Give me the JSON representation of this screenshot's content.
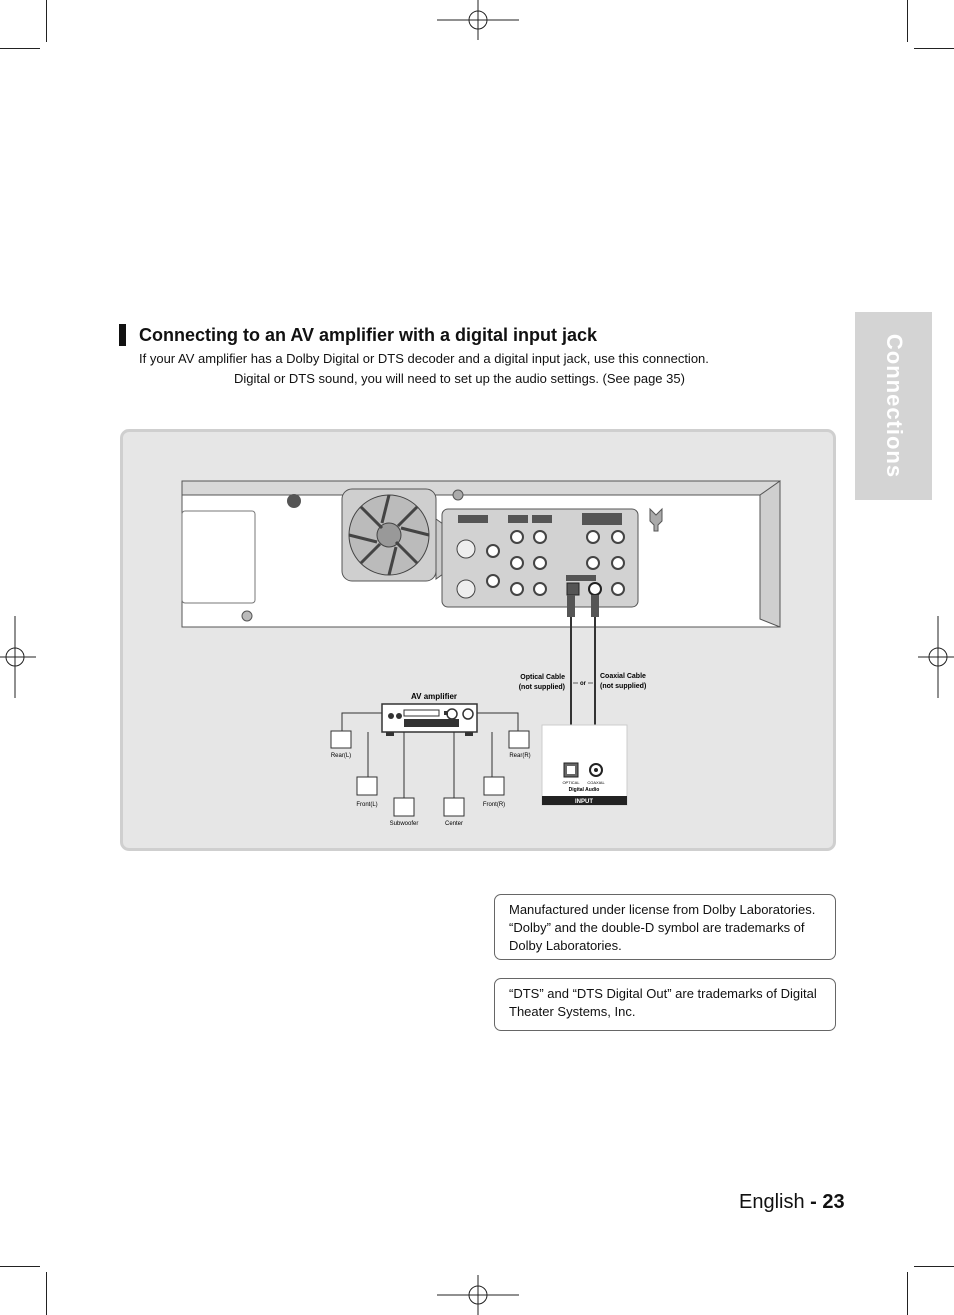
{
  "side_tab": {
    "label": "Connections"
  },
  "section": {
    "title": "Connecting to an AV amplifier with a digital input jack",
    "intro_line1": "If your AV amplifier has a Dolby Digital or DTS decoder and a digital input jack, use this connection.",
    "intro_line2": "Digital or DTS sound, you will need to set up the audio settings. (See page 35)"
  },
  "diagram": {
    "optical_cable": "Optical Cable",
    "optical_note": "(not supplied)",
    "or_label": "or",
    "coaxial_cable": "Coaxial Cable",
    "coaxial_note": "(not supplied)",
    "amplifier_label": "AV amplifier",
    "speakers": {
      "rear_left": "Rear(L)",
      "rear_right": "Rear(R)",
      "front_left": "Front(L)",
      "front_right": "Front(R)",
      "subwoofer": "Subwoofer",
      "center": "Center"
    },
    "input_panel": {
      "optical": "OPTICAL",
      "coaxial": "COAXIAL",
      "digital_audio": "Digital Audio",
      "input": "INPUT"
    }
  },
  "notes": {
    "dolby": "Manufactured under license from Dolby Laboratories. “Dolby” and the double-D symbol are trademarks of Dolby Laboratories.",
    "dts": "“DTS” and “DTS Digital Out” are trademarks of Digital Theater Systems, Inc."
  },
  "footer": {
    "language": "English",
    "page": "- 23"
  }
}
